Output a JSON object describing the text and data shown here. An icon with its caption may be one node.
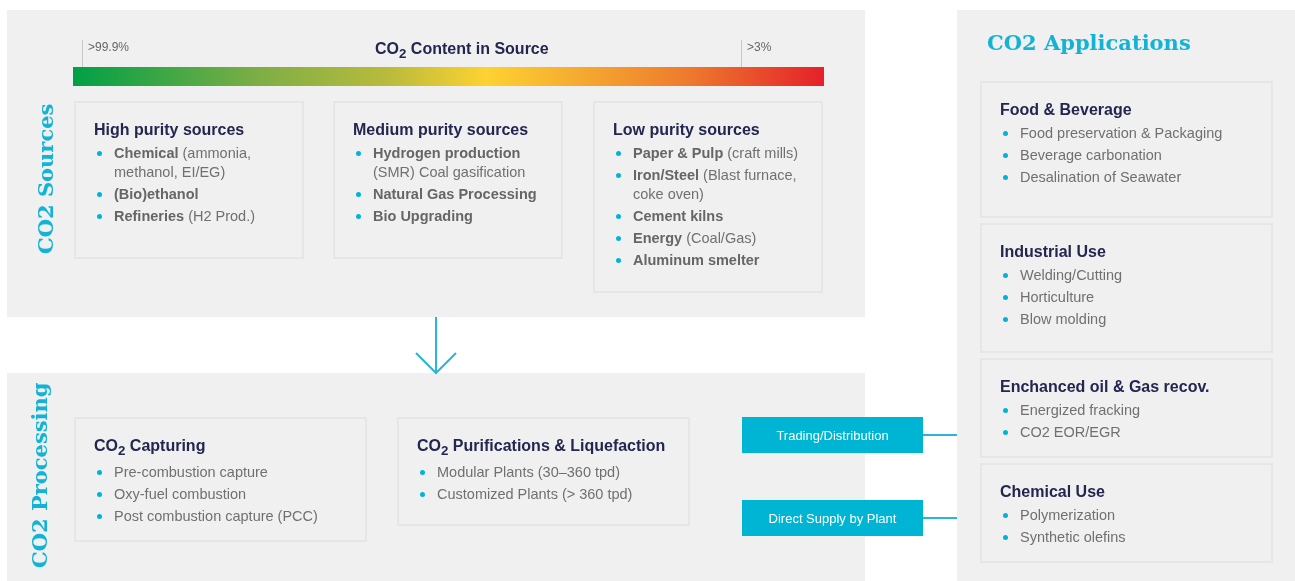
{
  "diagram": {
    "nodes": [
      {
        "text": [
          "CO2 Sources"
        ]
      },
      {
        "text": [
          "High purity sources",
          "**Chemical** (ammonia, methanol, EI/EG)",
          "(Bio)ethanol",
          "**Refineries** (H2 Prod.)"
        ],
        "in": 0
      },
      {
        "text": [
          "Medium purity sources",
          "**Hydrogen production** (SMR) Coal gasification",
          "Natural Gas Processing",
          "Bio Upgrading"
        ],
        "in": 0
      },
      {
        "text": [
          "Low purity sources",
          "**Paper & Pulp** (craft mills)",
          "**Iron/Steel** (Blast furnace, coke oven)",
          "Cement kilns",
          "**Energy** (Coal/Gas)",
          "Aluminum smelter"
        ],
        "in": 0
      },
      {
        "text": [
          "CO2 Processing"
        ]
      },
      {
        "text": [
          "CO$_{2}$ Capturing",
          "Pre-combustion capture",
          "Oxy-fuel combustion",
          "Post combustion capture (PCC)"
        ],
        "in": 4
      },
      {
        "text": [
          "CO$_{2}$ Purifications & Liquefaction",
          "Modular Plants (30–360 tpd)",
          "Customized Plants (> 360 tpd)"
        ],
        "in": 4
      },
      {
        "text": [
          "Trading/Distribution"
        ]
      },
      {
        "text": [
          "Direct Supply by Plant"
        ]
      },
      {
        "text": [
          "CO2 Applications"
        ]
      },
      {
        "text": [
          "Food & Beverage",
          "Food preservation & Packaging",
          "Beverage carbonation",
          "Desalination of Seawater"
        ],
        "in": 9
      },
      {
        "text": [
          "Industrial Use",
          "Welding/Cutting",
          "Horticulture",
          "Blow molding"
        ],
        "in": 9
      },
      {
        "text": [
          "Enchanced oil & Gas recov.",
          "Energized fracking",
          "CO2 EOR/EGR"
        ],
        "in": 9
      },
      {
        "text": [
          "Chemical Use",
          "Polymerization",
          "Synthetic olefins"
        ],
        "in": 9
      }
    ],
    "edges": [
      {
        "from": 0,
        "to": 4,
        "arrow": "to"
      },
      {
        "from": 7,
        "to": 9,
        "arrow": "none"
      },
      {
        "from": 8,
        "to": 9,
        "arrow": "none"
      }
    ],
    "labels": [
      ">99.9%",
      "CO$_{2}$ Content in Source",
      ">3%"
    ]
  }
}
